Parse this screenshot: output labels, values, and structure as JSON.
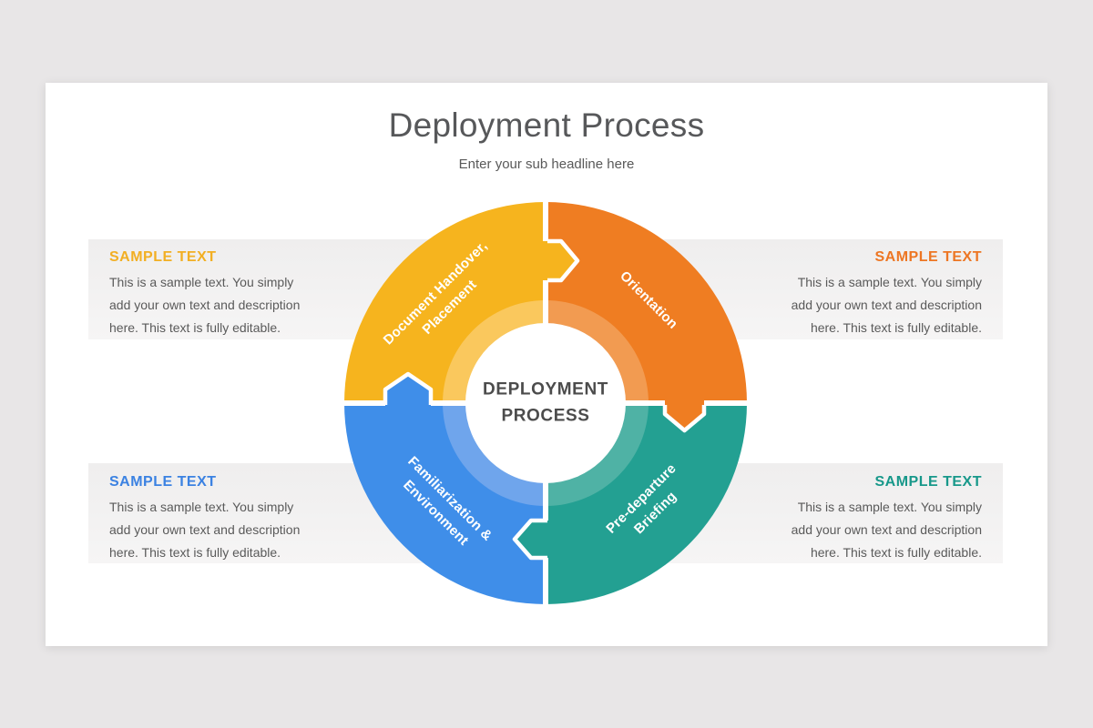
{
  "slide": {
    "title": "Deployment Process",
    "subtitle": "Enter your sub headline here"
  },
  "diagram": {
    "center_label": "DEPLOYMENT\nPROCESS",
    "center_text_color": "#4c4c4c",
    "segments": [
      {
        "id": "document-handover",
        "label": "Document Handover,\nPlacement",
        "color": "#F6B41E",
        "light_color": "#FAC85D"
      },
      {
        "id": "orientation",
        "label": "Orientation",
        "color": "#EF7D22",
        "light_color": "#F29B51"
      },
      {
        "id": "familiarization",
        "label": "Familiarization &\nEnvironment",
        "color": "#3F8EE9",
        "light_color": "#6FA5EC"
      },
      {
        "id": "pre-departure",
        "label": "Pre-departure\nBriefing",
        "color": "#23A092",
        "light_color": "#4FB2A5"
      }
    ]
  },
  "text_blocks": [
    {
      "position": "top-left",
      "heading": "SAMPLE TEXT",
      "heading_color": "#F2AF23",
      "lines": [
        "This is a sample text. You simply",
        "add your own text and description",
        "here. This text is fully editable."
      ]
    },
    {
      "position": "top-right",
      "heading": "SAMPLE TEXT",
      "heading_color": "#ED7623",
      "lines": [
        "This is a sample text. You simply",
        "add your own text and description",
        "here. This text is fully editable."
      ]
    },
    {
      "position": "bottom-left",
      "heading": "SAMPLE TEXT",
      "heading_color": "#3B82E2",
      "lines": [
        "This is a sample text. You simply",
        "add your own text and description",
        "here. This text is fully editable."
      ]
    },
    {
      "position": "bottom-right",
      "heading": "SAMPLE TEXT",
      "heading_color": "#17988A",
      "lines": [
        "This is a sample text. You simply",
        "add your own text and description",
        "here. This text is fully editable."
      ]
    }
  ]
}
